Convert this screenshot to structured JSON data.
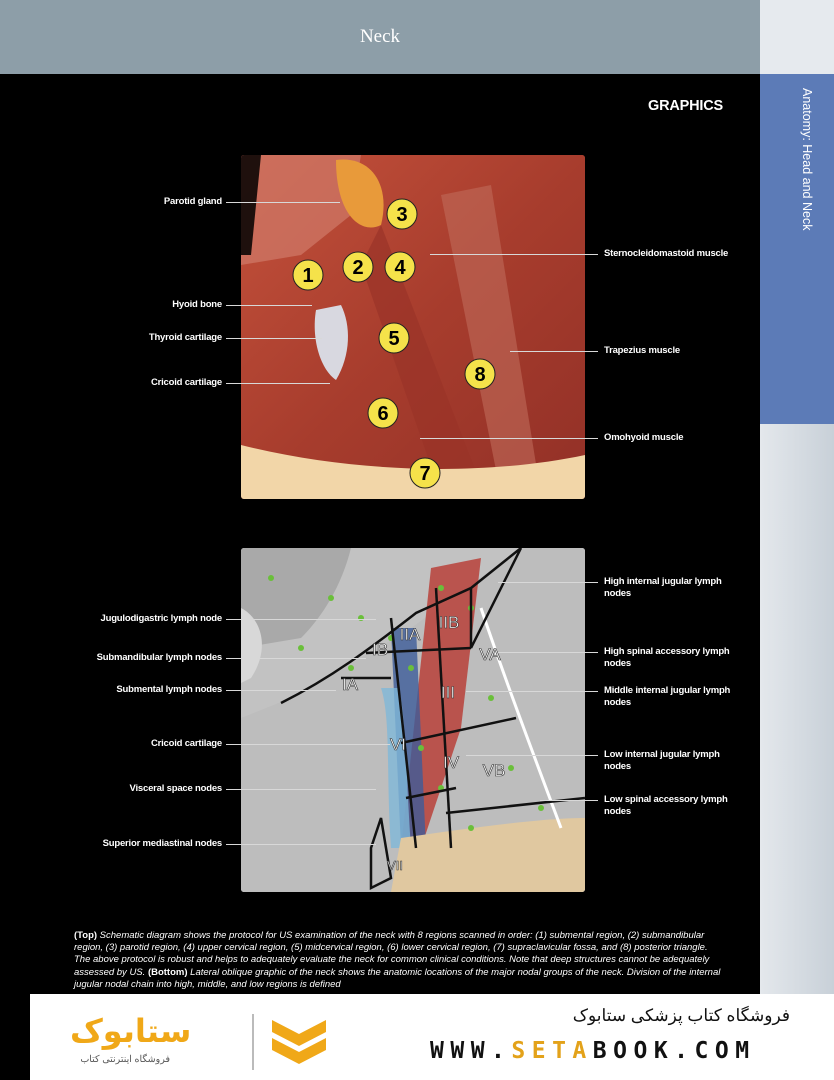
{
  "header": {
    "title": "Neck"
  },
  "side_tab": {
    "label": "Anatomy: Head and Neck"
  },
  "section": {
    "title": "GRAPHICS"
  },
  "top_figure": {
    "left_labels": [
      "Parotid gland",
      "Hyoid bone",
      "Thyroid cartilage",
      "Cricoid cartilage"
    ],
    "right_labels": [
      "Sternocleidomastoid muscle",
      "Trapezius muscle",
      "Omohyoid muscle"
    ],
    "region_numbers": [
      "1",
      "2",
      "3",
      "4",
      "5",
      "6",
      "7",
      "8"
    ]
  },
  "bottom_figure": {
    "left_labels": [
      "Jugulodigastric lymph node",
      "Submandibular lymph nodes",
      "Submental lymph nodes",
      "Cricoid cartilage",
      "Visceral space nodes",
      "Superior mediastinal nodes"
    ],
    "right_labels": [
      "High internal jugular lymph nodes",
      "High spinal accessory lymph nodes",
      "Middle internal jugular lymph nodes",
      "Low internal jugular lymph nodes",
      "Low spinal accessory lymph nodes"
    ],
    "levels": [
      "IIA",
      "IIB",
      "IB",
      "IA",
      "VA",
      "III",
      "VI",
      "IV",
      "VB",
      "VII"
    ]
  },
  "caption": {
    "lead1": "(Top)",
    "text1": " Schematic diagram shows the protocol for US examination of the neck with 8 regions scanned in order: (1) submental region, (2) submandibular region, (3) parotid region, (4) upper cervical region, (5) midcervical region, (6) lower cervical region, (7) supraclavicular fossa, and (8) posterior triangle. The above protocol is robust and helps to adequately evaluate the neck for common clinical conditions. Note that deep structures cannot be adequately assessed by US.",
    "lead2": "(Bottom)",
    "text2": " Lateral oblique graphic of the neck shows the anatomic locations of the major nodal groups of the neck. Division of the internal jugular nodal chain into high, middle, and low regions is defined"
  },
  "ad": {
    "persian": "فروشگاه کتاب پزشکی ستابوک",
    "url_a": "WWW.",
    "url_hl": "SETA",
    "url_b": "BOOK.COM",
    "logo": "ستابوک",
    "logo_sub": "فروشگاه اینترنتی کتاب"
  },
  "colors": {
    "header": "#8d9ea8",
    "tab": "#5c7bb7",
    "marker": "#f5e24a",
    "url_highlight": "#e3a21a"
  }
}
